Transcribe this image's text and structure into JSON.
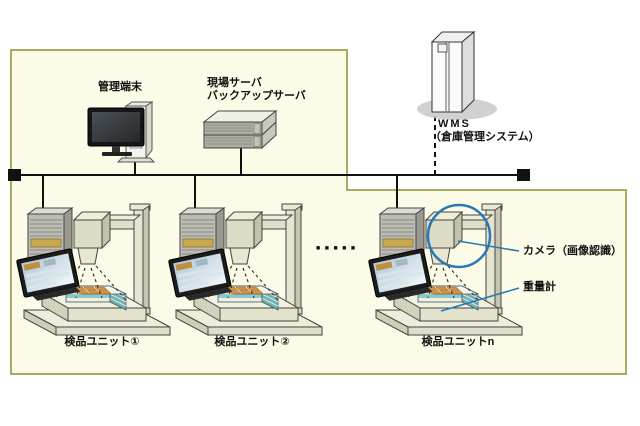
{
  "network": {
    "management_terminal": {
      "label": "管理端末"
    },
    "site_server": {
      "label_line1": "現場サーバ",
      "label_line2": "バックアップサーバ"
    },
    "wms": {
      "label_line1": "WMS",
      "label_line2": "（倉庫管理システム）"
    },
    "units": [
      {
        "label": "検品ユニット①"
      },
      {
        "label": "検品ユニット②"
      },
      {
        "label": "検品ユニットn"
      }
    ],
    "continuation_dots": "■■■■■",
    "callouts": {
      "camera": "カメラ（画像認識）",
      "scale": "重量計"
    }
  },
  "colors": {
    "zone_fill": "#FBFBE7",
    "zone_border": "#A9A95F",
    "accent_blue": "#2778B5",
    "line_black": "#111111"
  }
}
